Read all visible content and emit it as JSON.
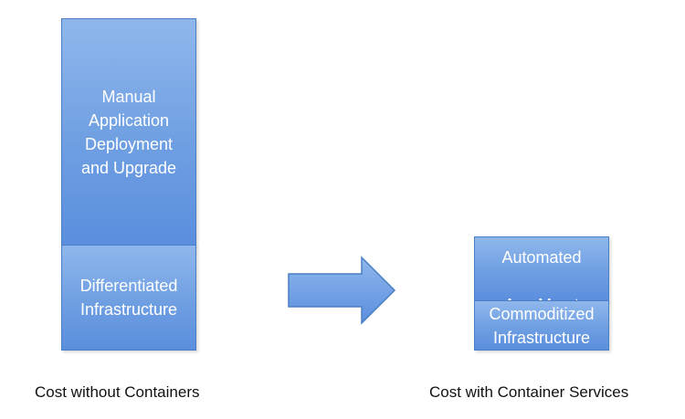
{
  "left_stack": {
    "top_block": "Manual\nApplication\nDeployment\nand Upgrade",
    "bottom_block": "Differentiated\nInfrastructure",
    "caption": "Cost without Containers"
  },
  "right_stack": {
    "top_block_line1": "Automated",
    "top_block_line2_a": "App ",
    "top_block_line2_b": "Mgmt",
    "bottom_block": "Commoditized\nInfrastructure",
    "caption": "Cost with Container Services"
  },
  "colors": {
    "block_fill": "#6f9fe2",
    "block_border": "#4a7fc4",
    "text": "#ffffff"
  },
  "icons": {
    "transition": "right-arrow-icon"
  }
}
